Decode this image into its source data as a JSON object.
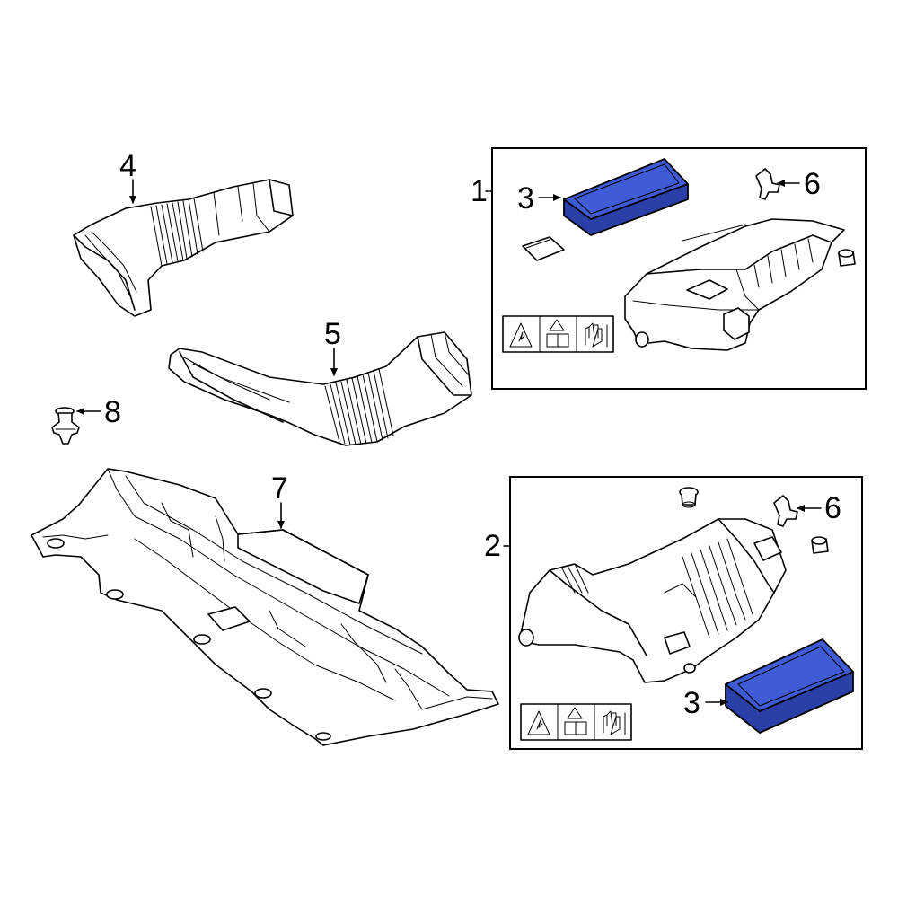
{
  "callouts": {
    "c1": "1",
    "c2": "2",
    "c3a": "3",
    "c3b": "3",
    "c4": "4",
    "c5": "5",
    "c6a": "6",
    "c6b": "6",
    "c7": "7",
    "c8": "8"
  },
  "colors": {
    "filter_fill": "#3f5bd6",
    "filter_side": "#2a3fa8",
    "line": "#000000",
    "background": "#ffffff"
  }
}
